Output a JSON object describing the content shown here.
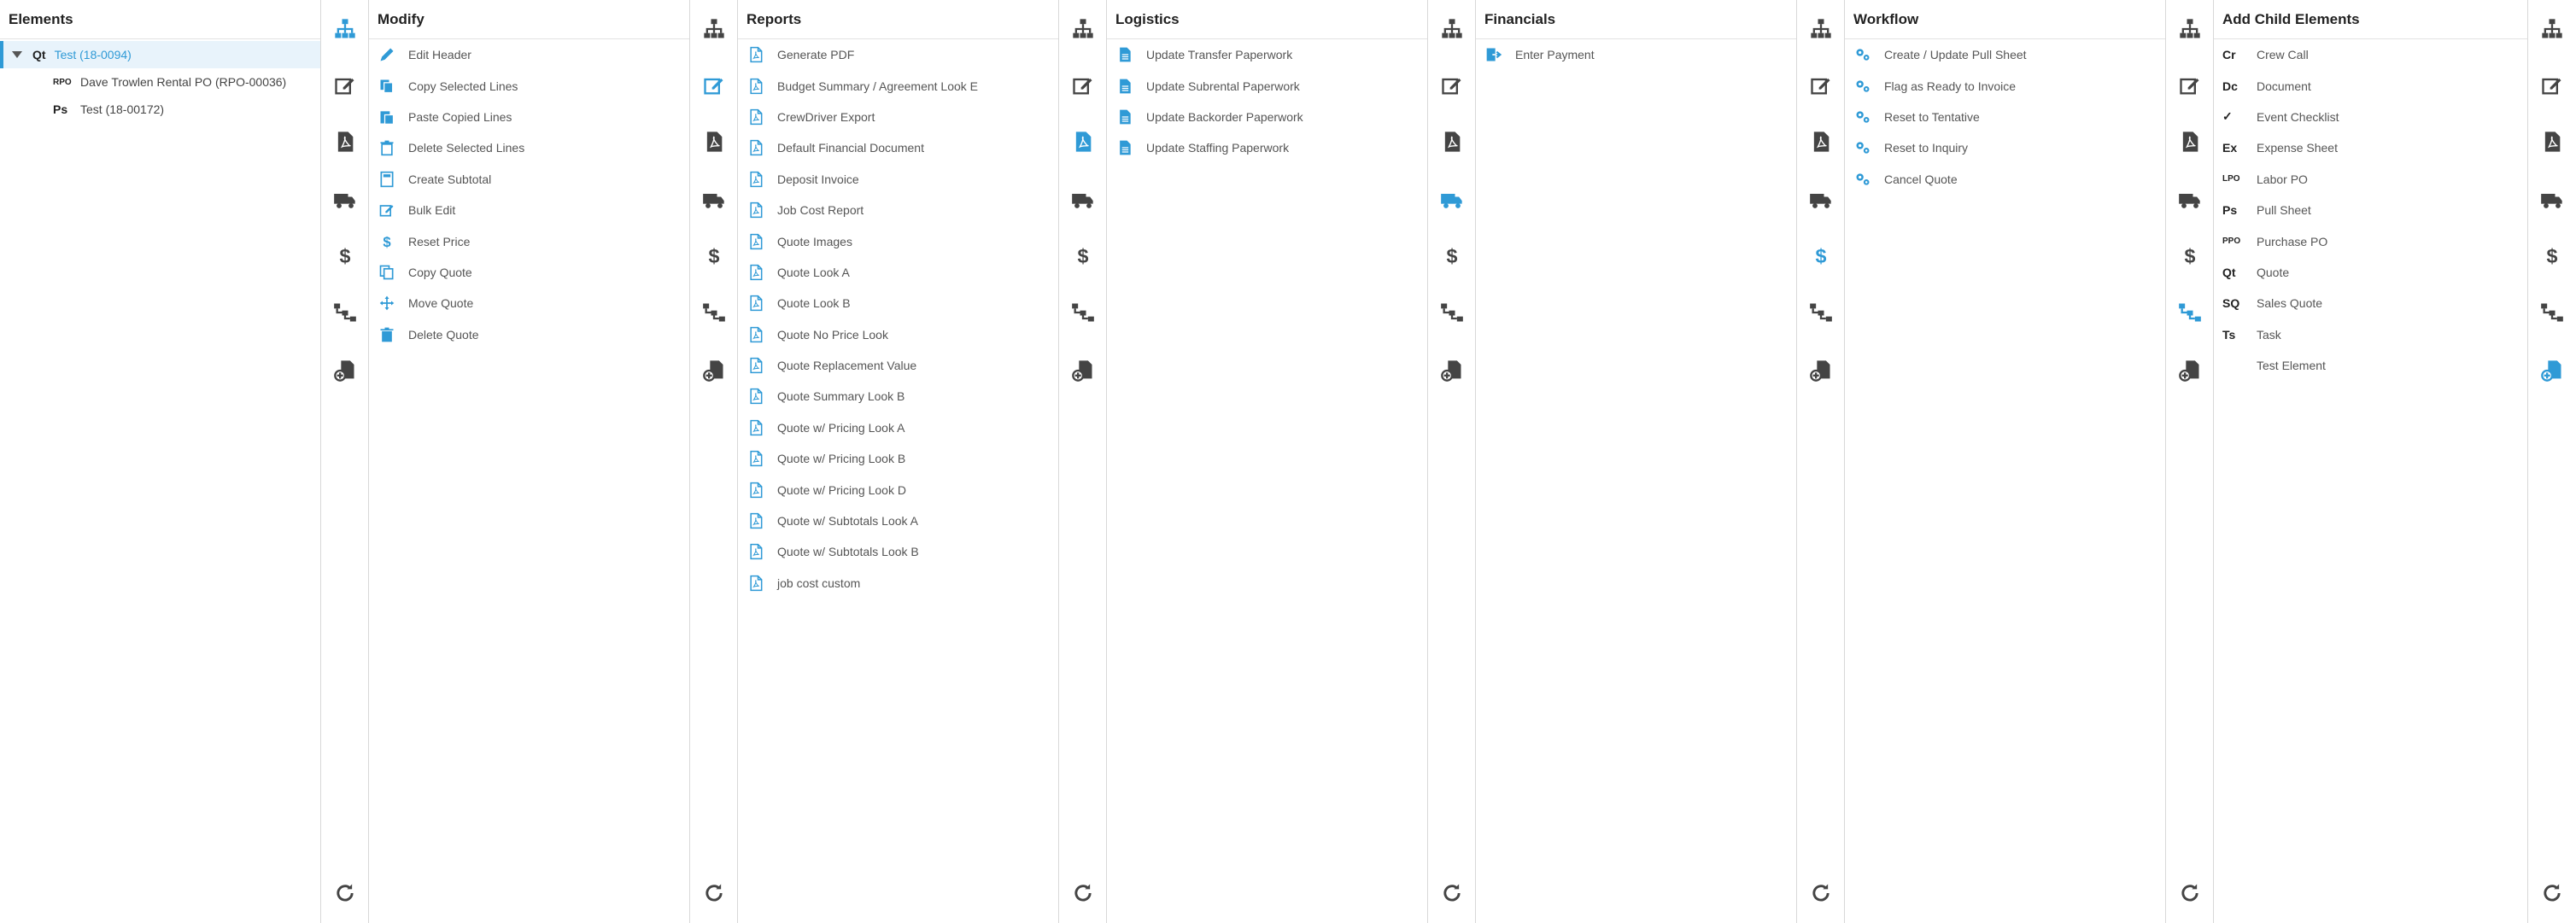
{
  "colors": {
    "accent": "#2f9ad6",
    "icon_dark": "#444444",
    "border": "#d8d8d8"
  },
  "elements": {
    "title": "Elements",
    "tree": [
      {
        "code": "Qt",
        "label": "Test (18-0094)",
        "selected": true,
        "expanded": true
      },
      {
        "code": "RPO",
        "label": "Dave Trowlen Rental PO (RPO-00036)",
        "selected": false
      },
      {
        "code": "Ps",
        "label": "Test (18-00172)",
        "selected": false
      }
    ]
  },
  "modify": {
    "title": "Modify",
    "items": [
      {
        "label": "Edit Header",
        "icon": "pencil-icon"
      },
      {
        "label": "Copy Selected Lines",
        "icon": "copy-icon"
      },
      {
        "label": "Paste Copied Lines",
        "icon": "paste-icon"
      },
      {
        "label": "Delete Selected Lines",
        "icon": "trash-icon"
      },
      {
        "label": "Create Subtotal",
        "icon": "calculator-icon"
      },
      {
        "label": "Bulk Edit",
        "icon": "edit-box-icon"
      },
      {
        "label": "Reset Price",
        "icon": "dollar-icon"
      },
      {
        "label": "Copy Quote",
        "icon": "copy-outline-icon"
      },
      {
        "label": "Move Quote",
        "icon": "move-icon"
      },
      {
        "label": "Delete Quote",
        "icon": "trash-icon"
      }
    ]
  },
  "reports": {
    "title": "Reports",
    "items": [
      "Generate PDF",
      "Budget Summary / Agreement Look E",
      "CrewDriver Export",
      "Default Financial Document",
      "Deposit Invoice",
      "Job Cost Report",
      "Quote Images",
      "Quote Look A",
      "Quote Look B",
      "Quote No Price Look",
      "Quote Replacement Value",
      "Quote Summary Look B",
      "Quote w/ Pricing Look A",
      "Quote w/ Pricing Look B",
      "Quote w/ Pricing Look D",
      "Quote w/ Subtotals Look A",
      "Quote w/ Subtotals Look B",
      "job cost custom"
    ]
  },
  "logistics": {
    "title": "Logistics",
    "items": [
      "Update Transfer Paperwork",
      "Update Subrental Paperwork",
      "Update Backorder Paperwork",
      "Update Staffing Paperwork"
    ]
  },
  "financials": {
    "title": "Financials",
    "items": [
      "Enter Payment"
    ]
  },
  "workflow": {
    "title": "Workflow",
    "items": [
      "Create / Update Pull Sheet",
      "Flag as Ready to Invoice",
      "Reset to Tentative",
      "Reset to Inquiry",
      "Cancel Quote"
    ]
  },
  "add_child": {
    "title": "Add Child Elements",
    "items": [
      {
        "code": "Cr",
        "label": "Crew Call"
      },
      {
        "code": "Dc",
        "label": "Document"
      },
      {
        "code": "✓",
        "label": "Event Checklist"
      },
      {
        "code": "Ex",
        "label": "Expense Sheet"
      },
      {
        "code": "LPO",
        "label": "Labor PO"
      },
      {
        "code": "Ps",
        "label": "Pull Sheet"
      },
      {
        "code": "PPO",
        "label": "Purchase PO"
      },
      {
        "code": "Qt",
        "label": "Quote"
      },
      {
        "code": "SQ",
        "label": "Sales Quote"
      },
      {
        "code": "Ts",
        "label": "Task"
      },
      {
        "code": "",
        "label": "Test Element"
      }
    ]
  }
}
